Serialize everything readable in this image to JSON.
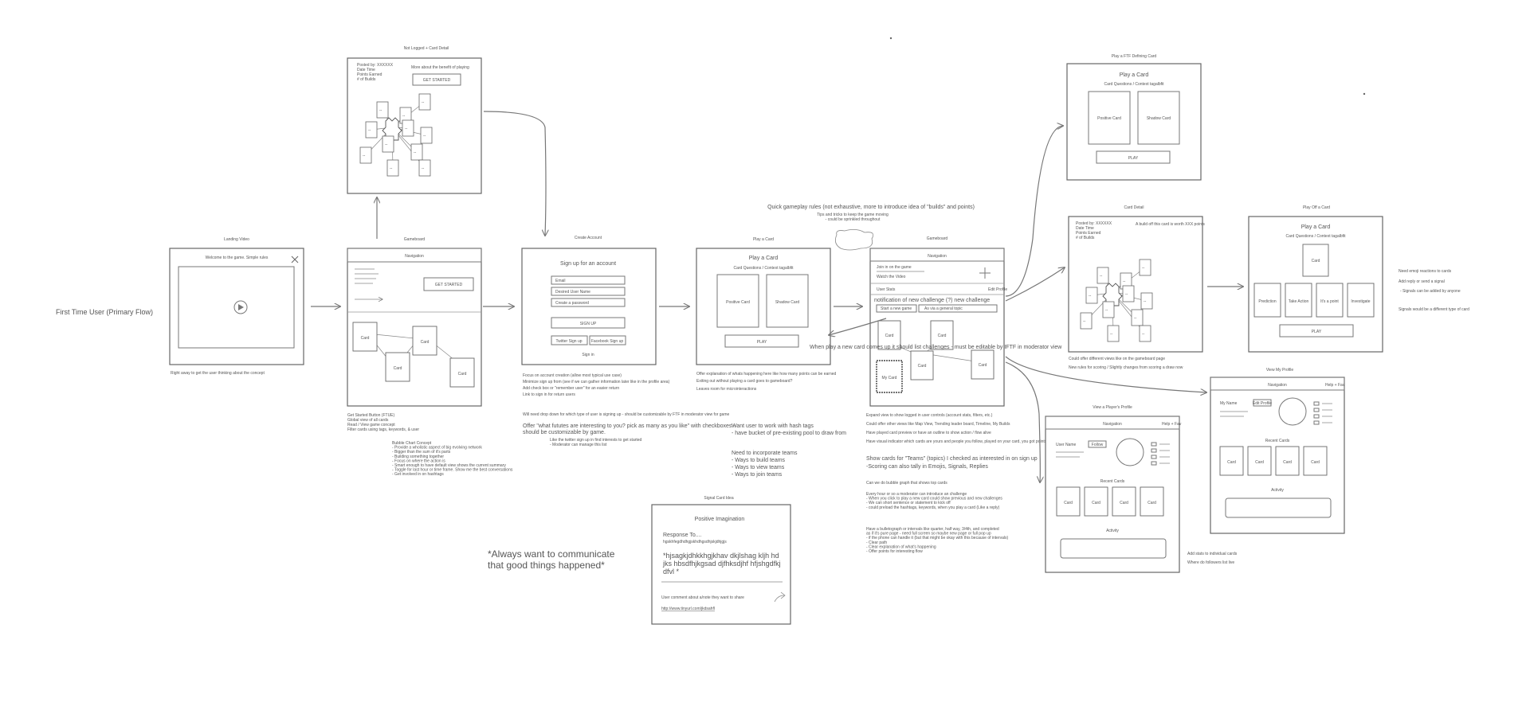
{
  "flow_title": "First Time User (Primary Flow)",
  "landing": {
    "caption": "Landing Video",
    "welcome": "Welcome to the game. Simple rules",
    "note": "Right away to get the user thinking about the concept"
  },
  "not_logged": {
    "caption": "Not Logged + Card Detail",
    "meta": [
      "Posted by: XXXXXX",
      "Date Time",
      "Points Earned",
      "# of Builds"
    ],
    "pitch": "More about the benefit of playing",
    "cta": "GET STARTED"
  },
  "gameboard1": {
    "caption": "Gameboard",
    "nav": "Navigation",
    "cta": "GET STARTED",
    "card": "Card",
    "notes": [
      "Get Started Button (FTUE)",
      "Global view of all cards",
      "Read / View game concept",
      "Filter cards using tags, keywords, & user"
    ],
    "bubble": [
      "Bubble Chart Concept",
      "- Provide a wholistic aspect of big evolving network",
      "- Bigger than the sum of it's parts",
      "- Building something together",
      "- Focus on where the action is",
      "- Smart enough to have default view shows the current summary",
      "- Toggle for last hour or time frame. Show me the best conversations",
      "- Get involved in on hashtags"
    ]
  },
  "create_account": {
    "caption": "Create Account",
    "title": "Sign up for an account",
    "fields": [
      "Email",
      "Desired User Name",
      "Create a password"
    ],
    "signup": "SIGN UP",
    "twitter": "Twitter Sign up",
    "facebook": "Facebook Sign up",
    "signin": "Sign in",
    "notes": [
      "Focus on account creation (allow most typical use case)",
      "Minimize sign up from (see if we can gather information later like in the profile area)",
      "Add check box or \"remember user\" for an easier return",
      "Link to sign in for return users"
    ],
    "note2": "Will need drop down for which type of user is signing up - should be customizable by FTF in moderator view for game",
    "offer": "Offer \"what fututes are interesting to you? pick as many as you like\" with checkboxes - should be customizable by game.",
    "like": "Like the twitter sign up in find interests to get started",
    "mod": "- Moderator can manage this list"
  },
  "play_card": {
    "caption": "Play a Card",
    "title": "Play a Card",
    "sub": "Card Questions / Context tagalbfit",
    "pos": "Positive Card",
    "shadow": "Shadow Card",
    "play": "PLAY",
    "notes": [
      "Offer explanation of whats happening here like how many points can be earned",
      "Exiting out without playing a card goes to gameboard?",
      "Leaves room for microinteractions"
    ]
  },
  "hashtags": {
    "title": "Want user to work with hash tags",
    "sub": "- have bucket of pre-existing pool to draw from",
    "teams": "Need to incorporate teams",
    "items": [
      "- Ways to build teams",
      "- Ways to view teams",
      "- Ways to join teams"
    ]
  },
  "signal": {
    "caption": "Signal Card Idea",
    "title": "Positive Imagination",
    "response": "Response To....",
    "handle": "hgskhfegdhdhgjskhdhgsdhjskjdhjgjs",
    "body": "*hjsagkjdhkkhgjkhav dkjlshag kljh hd jks hbsdfhjkgsad djfhksdjhf hfjshgdfkj dfvl *",
    "comment": "User comment about a/note they want to share",
    "link": "http://www.tinyurl.com/jkdsahfl"
  },
  "quote": "*Always want to communicate that good things happened*",
  "quick": {
    "title": "Quick gameplay rules (not exhaustive, more to introduce idea of \"builds\" and points)",
    "sub1": "Tips and tricks to keep the game moving",
    "sub2": "- could be sprinkled throughout"
  },
  "gameboard2": {
    "caption": "Gameboard",
    "nav": "Navigation",
    "row1": "Join in on the game",
    "row2": "Watch the Video",
    "stats": "User Stats",
    "edit": "Edit Profile",
    "notice": "notification of new challenge (?) new challenge",
    "field1": "Start a new game",
    "field2": "As via a general topic",
    "card": "Card",
    "my": "My Card",
    "notes": [
      "Expand view to show logged in user controls (account stats, filters, etc.)",
      "Could offer other views like Map View, Trending leader board, Timeline, My Builds",
      "Have played card preview or have an outline to show action / flow alive",
      "Have visual indicator which cards are yours and people you follow, played on your card, you got points"
    ],
    "teams": "Show cards for \"Teams\" (topics) I checked as interested in on sign up",
    "scoring": "-Scoring can also tally in Emojis, Signals, Replies",
    "bubble": "Can we do bubble graph that shows top cards",
    "every": [
      "Every hour or so a moderator can introduce an challenge",
      "- When you click to play a new card could show previous and new challenges",
      "- We can short sentence or statement to kick off",
      "- could preload the hashtags, keywords, when you play a card (Like a reply)"
    ],
    "build": [
      "Have a bulletograph or intervals like quarter, half way, 3/4th, and completed",
      "as if it's pure page - need full screen so maybe new page or full pop up",
      "- if the phone can handle it (but that might be okay with this because of intervals)",
      "- Clear path",
      "- Clear explanation of what's happening",
      "- Offer points for interesting flow"
    ]
  },
  "when_play": "When play a new card comes up it should list challenges - must be editable by IFTF in moderator view",
  "ftf": {
    "caption": "Play a FTF Defining Card",
    "title": "Play a Card",
    "sub": "Card Questions / Context tagalbfit",
    "pos": "Positive Card",
    "shadow": "Shadow Card",
    "play": "PLAY"
  },
  "card_detail": {
    "caption": "Card Detail",
    "meta": [
      "Posted by: XXXXXX",
      "Date Time",
      "Points Earned",
      "# of Builds"
    ],
    "right": "A build off this card is worth XXX points",
    "notes": [
      "Could offer different views like on the gameboard page",
      "New rules for scoring / Slightly changes from scoring a draw now"
    ]
  },
  "play_off": {
    "caption": "Play Off a Card",
    "title": "Play a Card",
    "sub": "Card Questions / Context tagalbfit",
    "card": "Card",
    "options": [
      "Prediction",
      "Take Action",
      "It's a point",
      "Investigate"
    ],
    "play": "PLAY",
    "notes": [
      "Need emoji reactions to cards",
      "Add reply or send a signal",
      "- Signals can be added by anyone",
      "Signals would be a different type of card"
    ]
  },
  "player_profile": {
    "caption": "View a Player's Profile",
    "nav": "Navigation",
    "help": "Help + Fav",
    "name": "User Name",
    "follow": "Follow",
    "recent": "Recent Cards",
    "card": "Card",
    "activity": "Activity"
  },
  "my_profile": {
    "caption": "View My Profile",
    "nav": "Navigation",
    "help": "Help + Fav",
    "name": "My Name",
    "edit": "Edit Profile",
    "recent": "Recent Cards",
    "card": "Card",
    "activity": "Activity",
    "notes": [
      "Add stats to individual cards",
      "Where do followers list live"
    ]
  },
  "dash": "--"
}
